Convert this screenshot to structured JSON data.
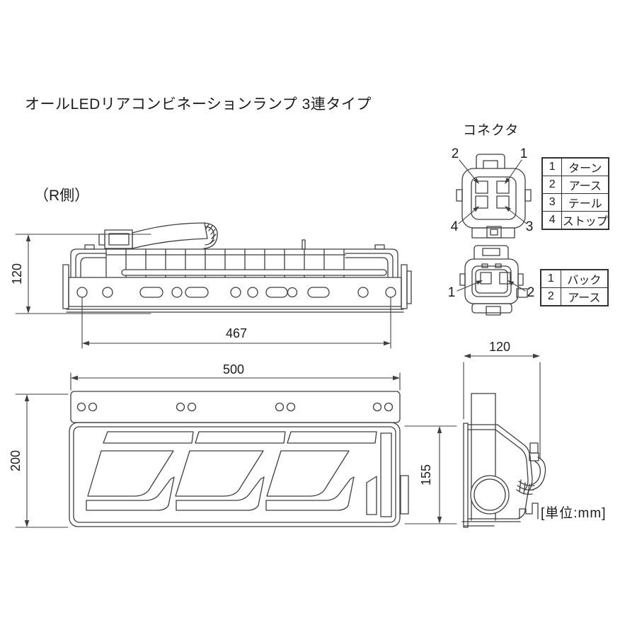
{
  "title": "オールLEDリアコンビネーションランプ 3連タイプ",
  "view_labels": {
    "side": "（R側）",
    "unit": "[単位:mm]"
  },
  "connector_section": {
    "heading": "コネクタ",
    "connector_4pin": {
      "pin_callouts": [
        "2",
        "1",
        "4",
        "3"
      ],
      "table": [
        {
          "pin": "1",
          "label": "ターン"
        },
        {
          "pin": "2",
          "label": "アース"
        },
        {
          "pin": "3",
          "label": "テール"
        },
        {
          "pin": "4",
          "label": "ストップ"
        }
      ]
    },
    "connector_2pin": {
      "pin_callouts": [
        "1",
        "2"
      ],
      "table": [
        {
          "pin": "1",
          "label": "バック"
        },
        {
          "pin": "2",
          "label": "アース"
        }
      ]
    }
  },
  "dimensions": {
    "top_view_height": "120",
    "top_view_hole_span": "467",
    "front_width": "500",
    "front_height": "200",
    "lamp_height": "155",
    "side_depth": "120"
  }
}
